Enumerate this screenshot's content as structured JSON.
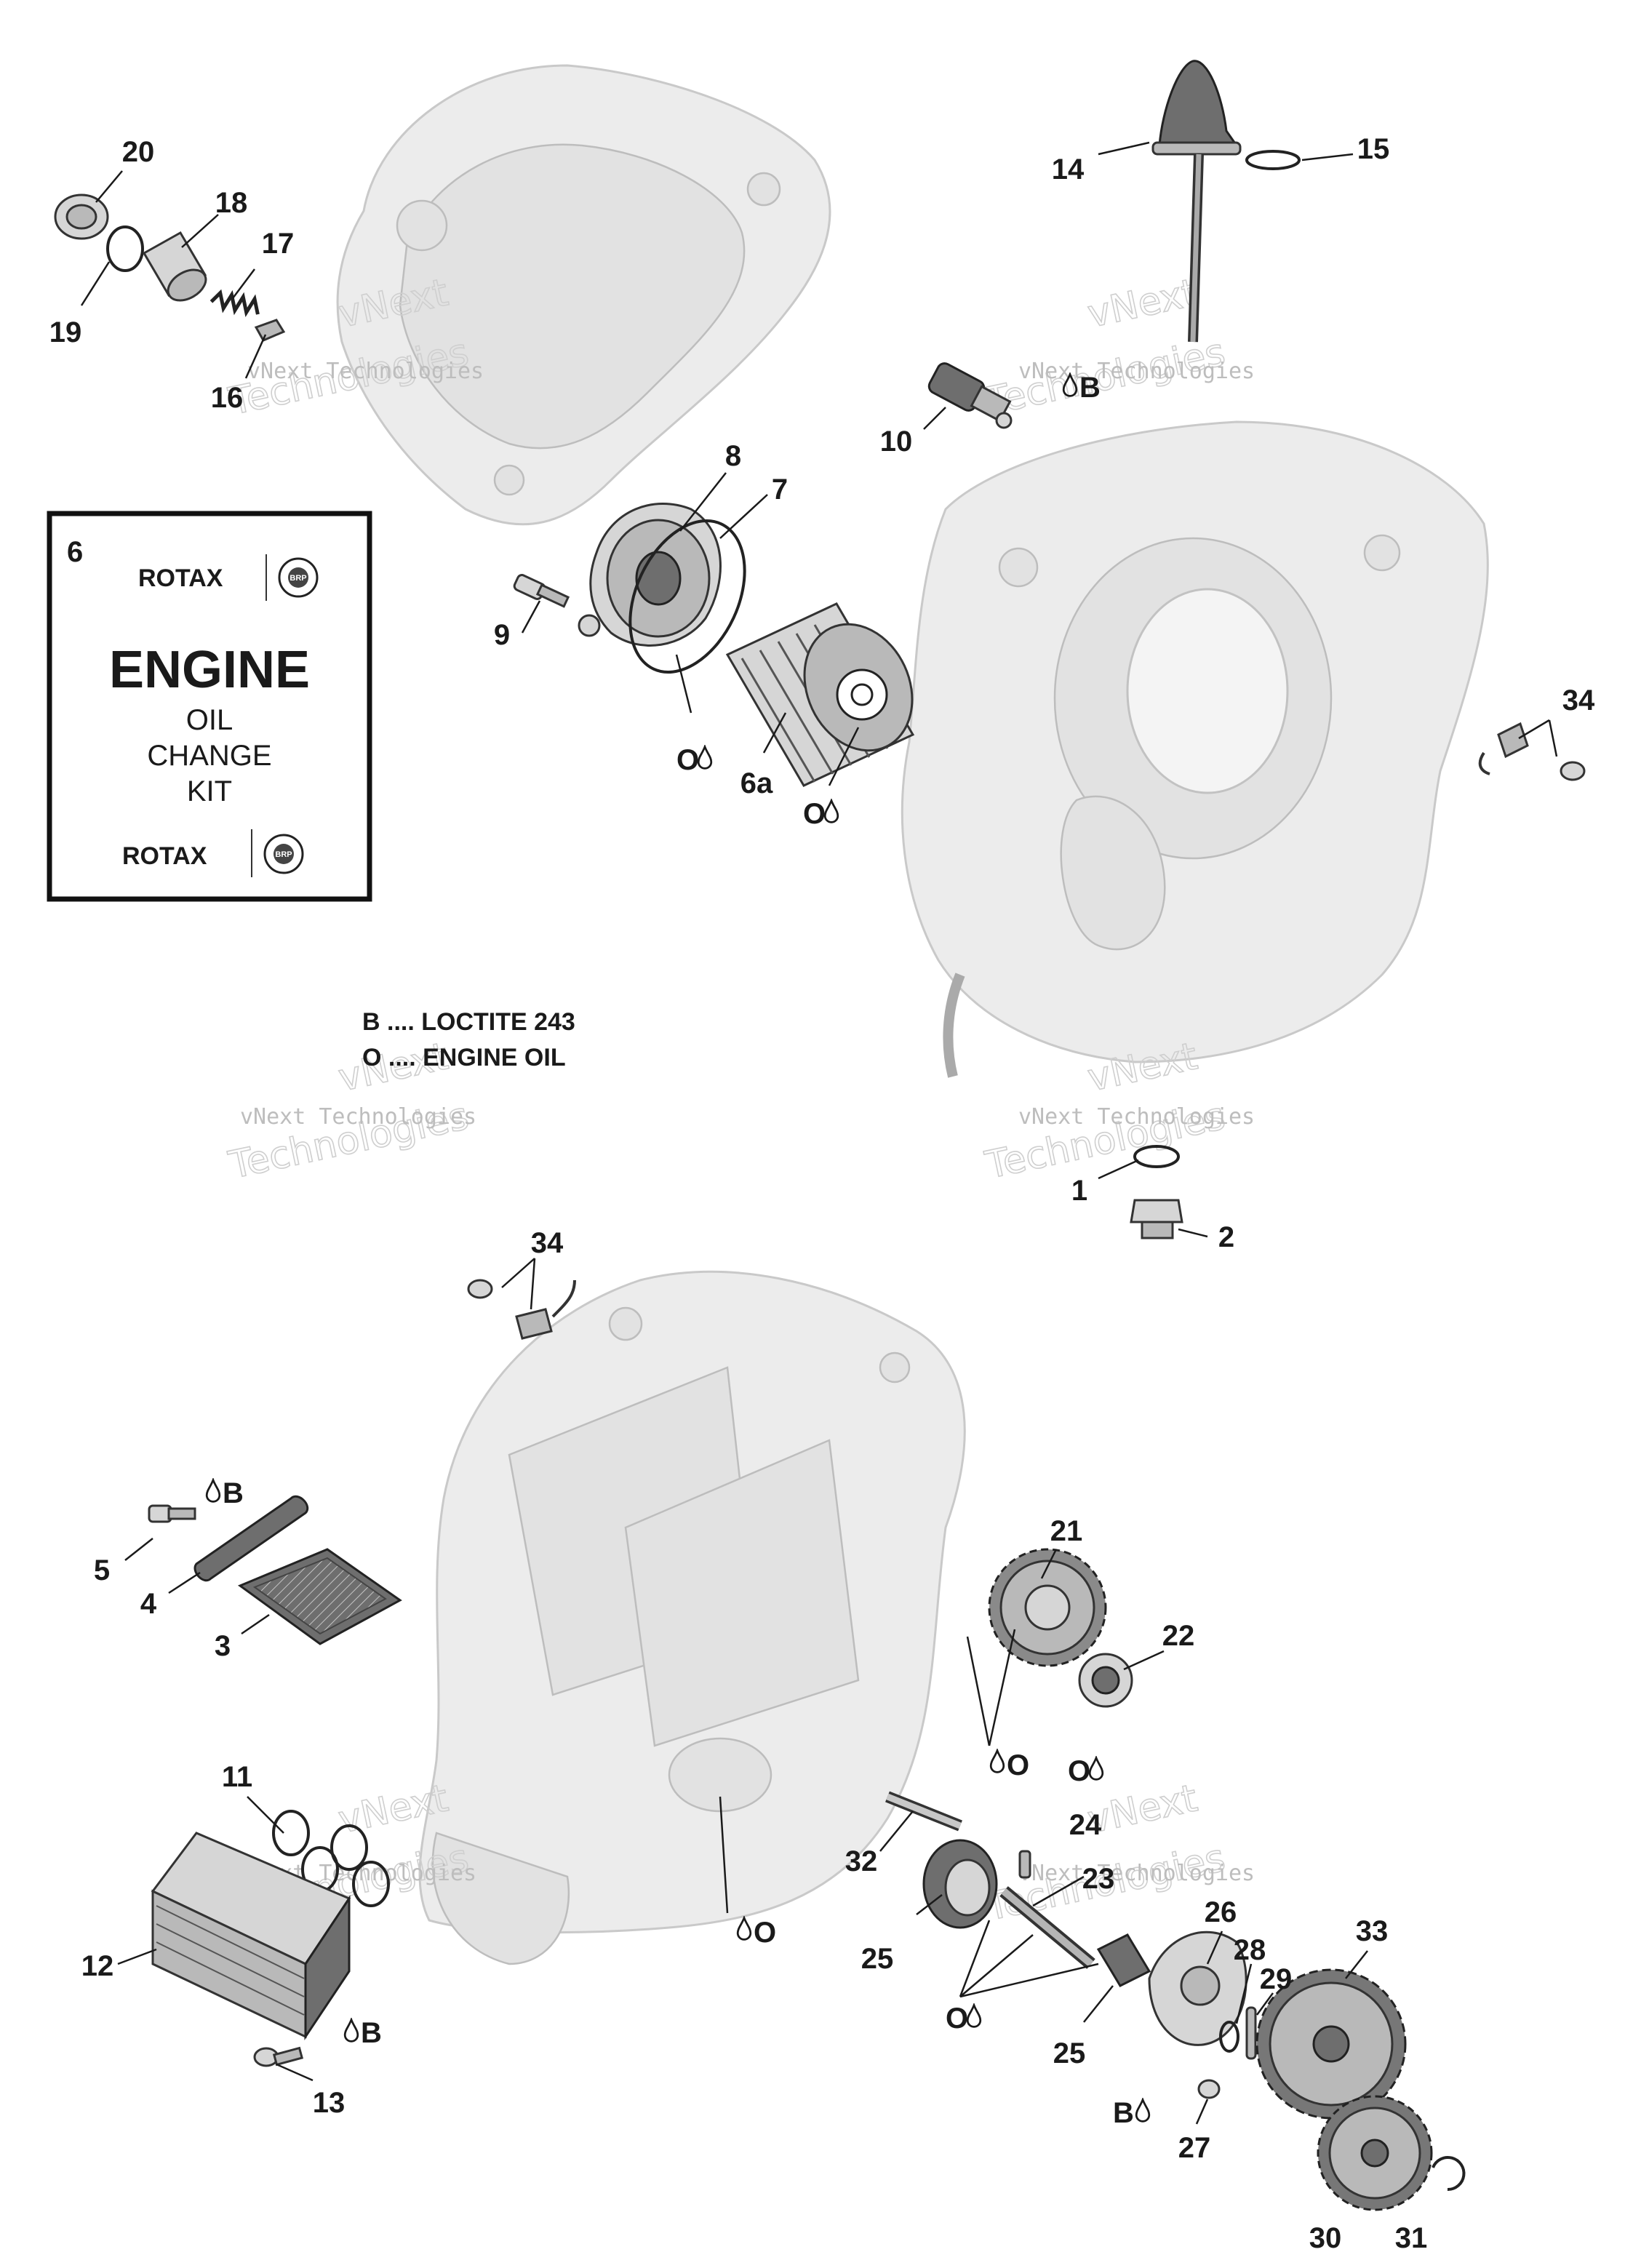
{
  "kit": {
    "number": "6",
    "brand_top": "ROTAX",
    "title": "ENGINE",
    "line1": "OIL",
    "line2": "CHANGE",
    "line3": "KIT",
    "brand_bottom": "ROTAX",
    "badge": "BRP"
  },
  "legend": {
    "b_line": "B .... LOCTITE 243",
    "o_line": "O .... ENGINE OIL"
  },
  "watermark": {
    "small": "vNext Technologies",
    "big_top": "vNext",
    "big_bottom": "Technologies"
  },
  "labels": {
    "n1": "1",
    "n2": "2",
    "n3": "3",
    "n4": "4",
    "n5": "5",
    "n6a": "6a",
    "n7": "7",
    "n8": "8",
    "n9": "9",
    "n10": "10",
    "n11": "11",
    "n12": "12",
    "n13": "13",
    "n14": "14",
    "n15": "15",
    "n16": "16",
    "n17": "17",
    "n18": "18",
    "n19": "19",
    "n20": "20",
    "n21": "21",
    "n22": "22",
    "n23": "23",
    "n24": "24",
    "n25a": "25",
    "n25b": "25",
    "n26": "26",
    "n27": "27",
    "n28": "28",
    "n29": "29",
    "n30": "30",
    "n31": "31",
    "n32": "32",
    "n33": "33",
    "n34a": "34",
    "n34b": "34"
  },
  "markers": {
    "oil": "O",
    "loctite": "B"
  }
}
